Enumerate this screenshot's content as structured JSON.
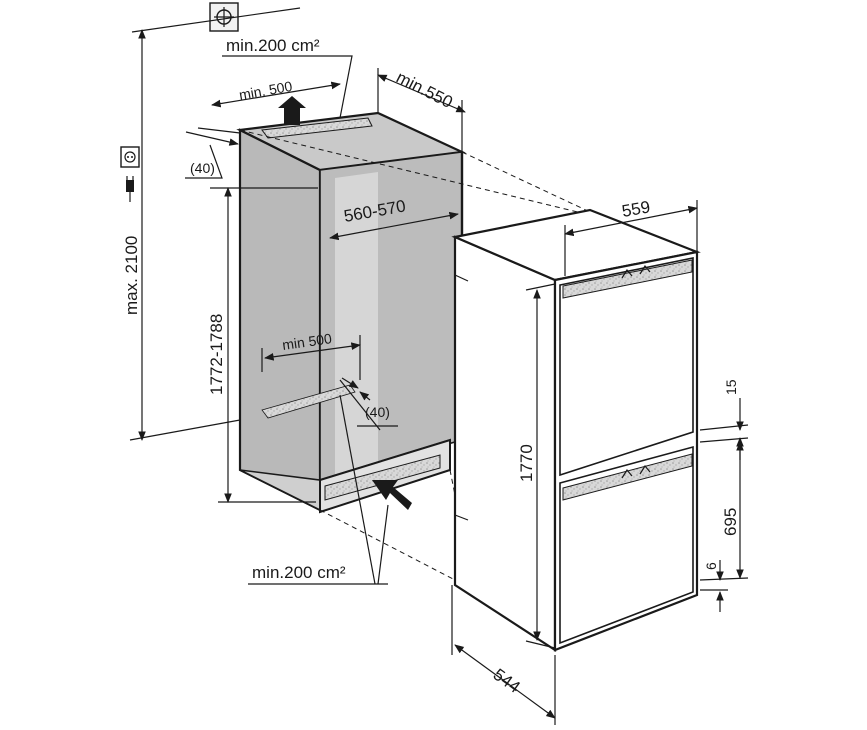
{
  "labels": {
    "vent_top": "min.200 cm²",
    "vent_bottom": "min.200 cm²",
    "top_depth": "min. 500",
    "cabinet_depth": "min.550",
    "top_offset": "(40)",
    "height_total": "max. 2100",
    "niche_height": "1772-1788",
    "niche_width": "560-570",
    "floor_depth": "min 500",
    "floor_offset": "(40)",
    "appliance_width": "559",
    "appliance_height": "1770",
    "appliance_depth": "544",
    "gap_15": "15",
    "lower_door": "695",
    "gap_6": "6"
  },
  "icons": {
    "top": "water-connection-icon",
    "side": "power-socket-icon",
    "plug": "power-plug-icon"
  }
}
